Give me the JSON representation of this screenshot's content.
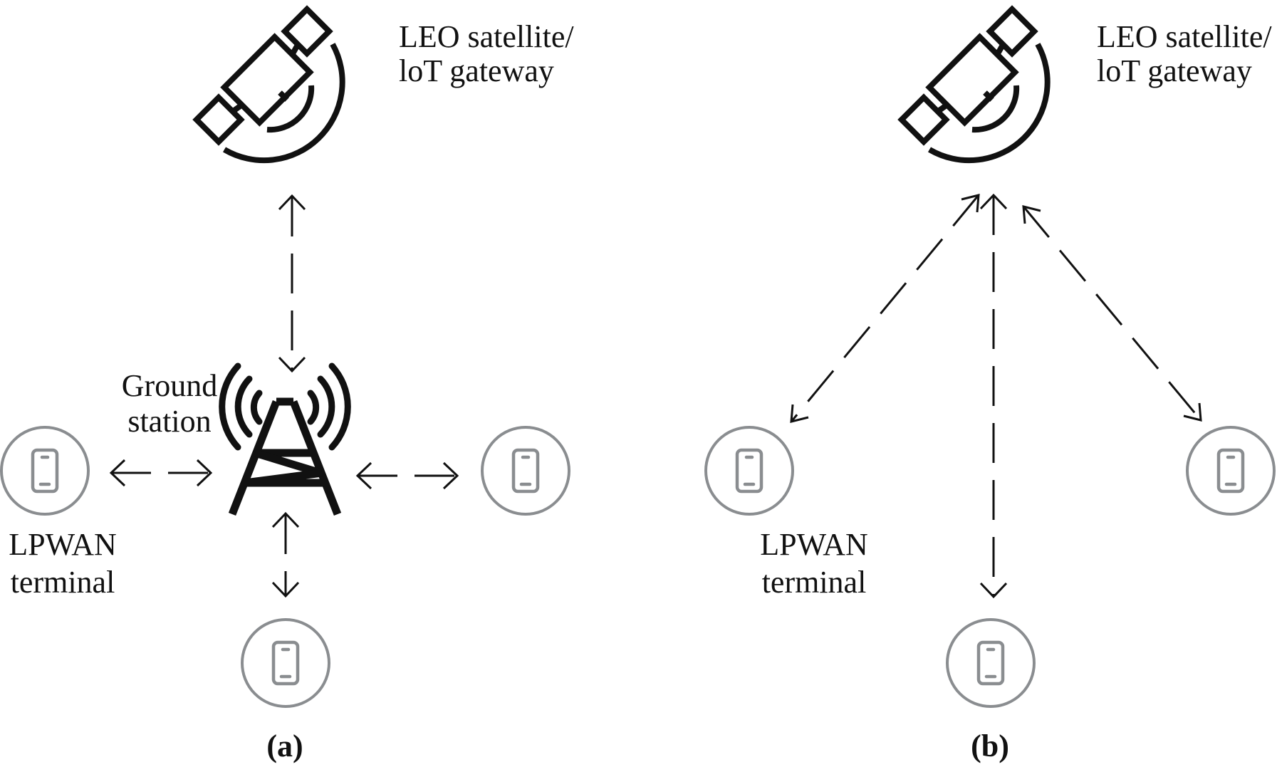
{
  "panel_a": {
    "satellite_label": [
      "LEO satellite/",
      "loT gateway"
    ],
    "ground_label": [
      "Ground",
      "station"
    ],
    "terminal_label": [
      "LPWAN",
      "terminal"
    ],
    "caption": "(a)"
  },
  "panel_b": {
    "satellite_label": [
      "LEO satellite/",
      "loT gateway"
    ],
    "terminal_label": [
      "LPWAN",
      "terminal"
    ],
    "caption": "(b)"
  },
  "colors": {
    "ink": "#111111",
    "terminal": "#8a8d90"
  },
  "icons": [
    "satellite-icon",
    "ground-station-icon",
    "phone-terminal-icon",
    "double-arrow"
  ]
}
